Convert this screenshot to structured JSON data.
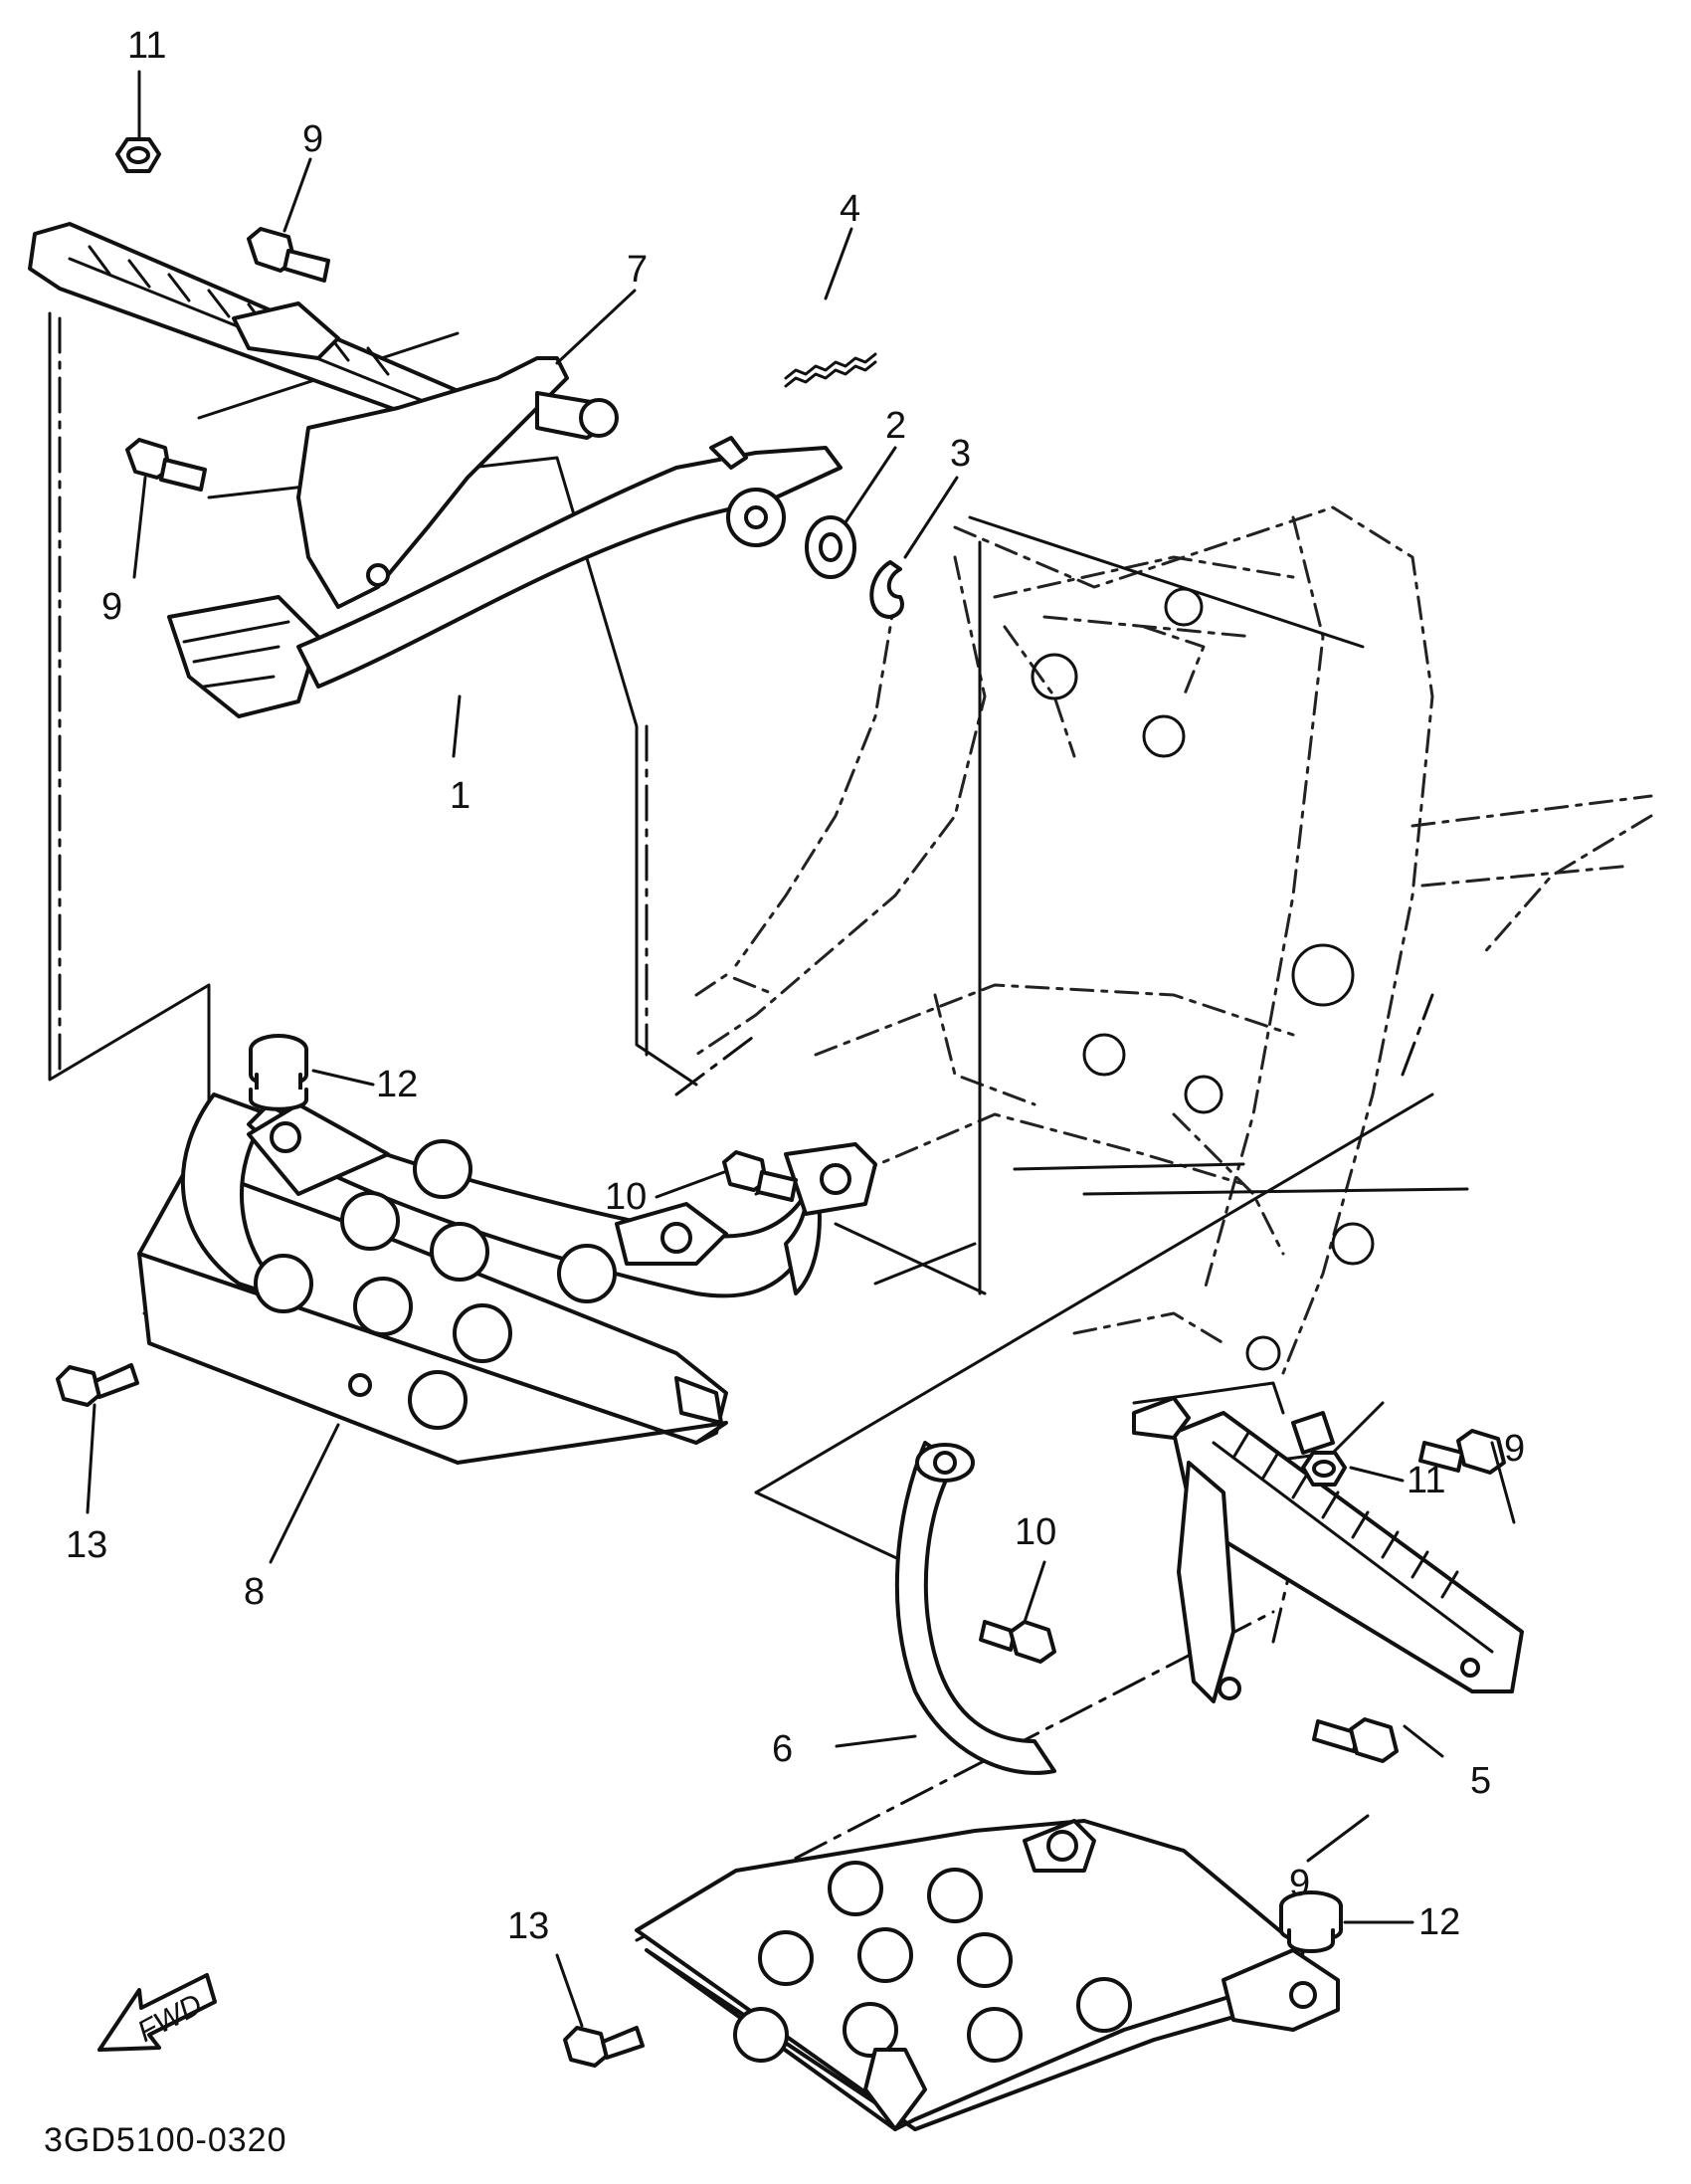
{
  "callouts": [
    {
      "id": "c1",
      "label": "1"
    },
    {
      "id": "c2",
      "label": "2"
    },
    {
      "id": "c3",
      "label": "3"
    },
    {
      "id": "c4",
      "label": "4"
    },
    {
      "id": "c5",
      "label": "5"
    },
    {
      "id": "c6",
      "label": "6"
    },
    {
      "id": "c7",
      "label": "7"
    },
    {
      "id": "c8",
      "label": "8"
    },
    {
      "id": "c9a",
      "label": "9"
    },
    {
      "id": "c9b",
      "label": "9"
    },
    {
      "id": "c9c",
      "label": "9"
    },
    {
      "id": "c9d",
      "label": "9"
    },
    {
      "id": "c10a",
      "label": "10"
    },
    {
      "id": "c10b",
      "label": "10"
    },
    {
      "id": "c11a",
      "label": "11"
    },
    {
      "id": "c11b",
      "label": "11"
    },
    {
      "id": "c12a",
      "label": "12"
    },
    {
      "id": "c12b",
      "label": "12"
    },
    {
      "id": "c13a",
      "label": "13"
    },
    {
      "id": "c13b",
      "label": "13"
    }
  ],
  "direction_label": "FWD",
  "diagram_code": "3GD5100-0320",
  "icons": {
    "direction": "forward-arrow-icon"
  }
}
